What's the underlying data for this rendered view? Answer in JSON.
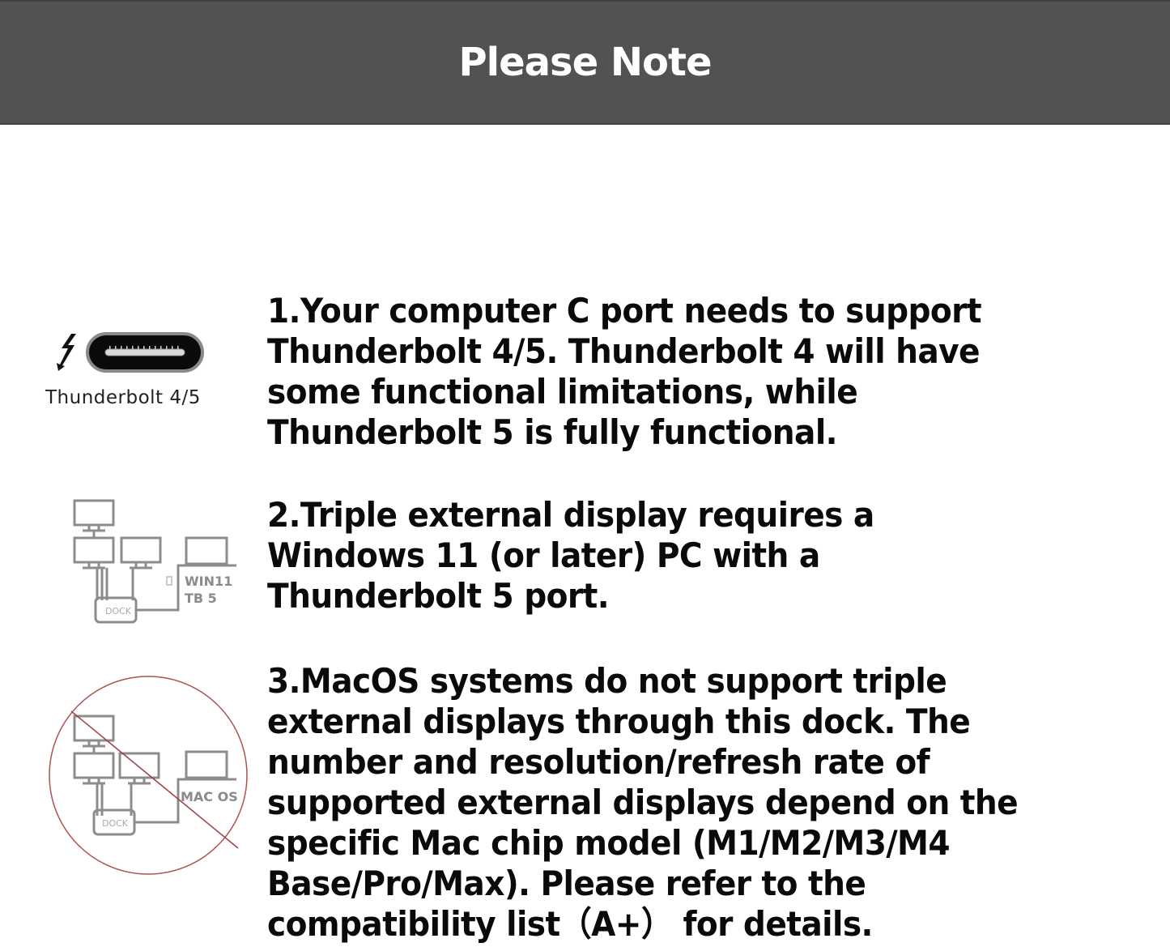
{
  "header": {
    "title": "Please Note",
    "background_color": "#525252",
    "text_color": "#ffffff"
  },
  "notes": [
    {
      "icon": "thunderbolt-usb-c-port-icon",
      "icon_caption": "Thunderbolt 4/5",
      "text": "1.Your computer C port needs to support\nThunderbolt 4/5. Thunderbolt 4 will have\nsome functional limitations, while\nThunderbolt 5 is fully functional."
    },
    {
      "icon": "triple-display-dock-windows-diagram",
      "diagram_labels": {
        "dock": "DOCK",
        "os": "WIN11",
        "port": "TB 5"
      },
      "text": "2.Triple external display requires a\nWindows 11 (or later) PC with a\nThunderbolt 5 port."
    },
    {
      "icon": "triple-display-dock-macos-prohibited-diagram",
      "diagram_labels": {
        "dock": "DOCK",
        "os": "MAC OS"
      },
      "prohibited_color": "#b05050",
      "text": "3.MacOS systems do not support triple\nexternal displays through this dock. The\nnumber and resolution/refresh rate of\nsupported external displays depend on the\nspecific Mac chip model (M1/M2/M3/M4\nBase/Pro/Max). Please refer to the\ncompatibility list（A+） for details."
    }
  ]
}
